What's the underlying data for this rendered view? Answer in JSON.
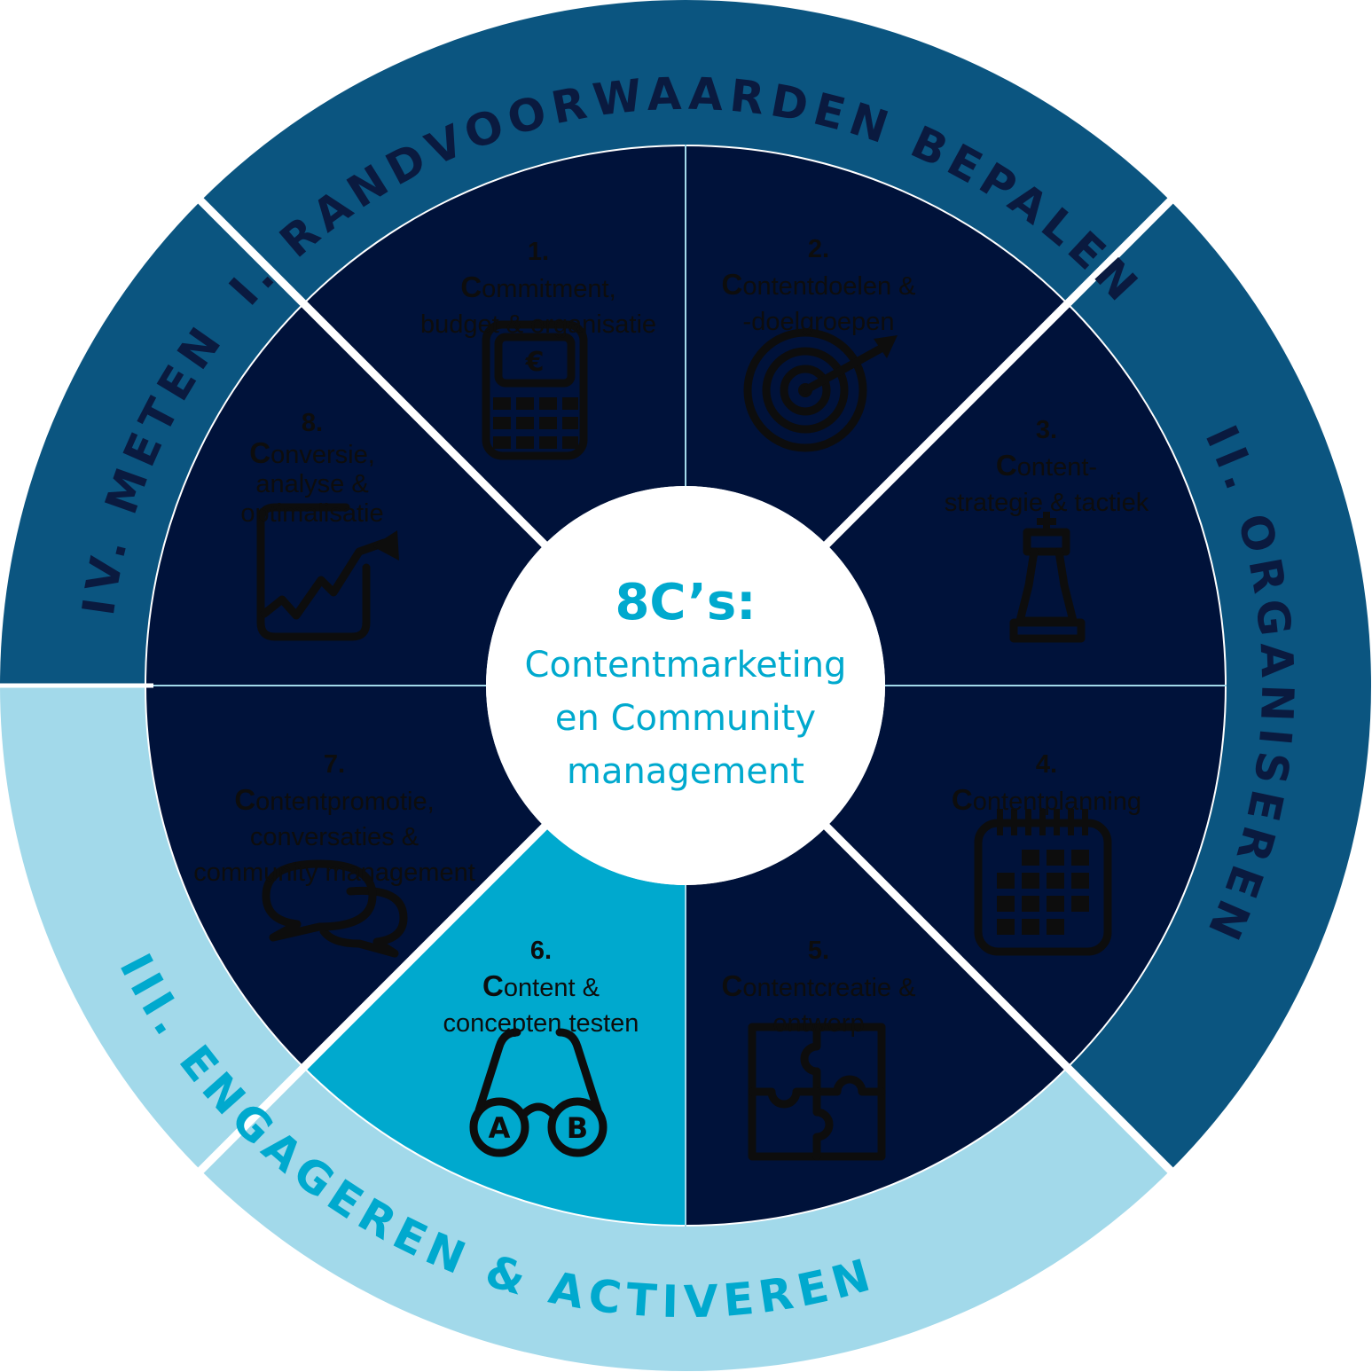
{
  "colors": {
    "outer_ring": "#0b5580",
    "outer_ring_engage": "#a2d9ea",
    "segment": "#00123a",
    "segment_highlight": "#00a9ce",
    "ring_text_dark": "#0a1a3f",
    "ring_text_engage": "#00a9ce",
    "center_text": "#00a9ce"
  },
  "phases": [
    {
      "id": "I",
      "label": "I. RANDVOORWAARDEN BEPALEN"
    },
    {
      "id": "II",
      "label": "II. ORGANISEREN"
    },
    {
      "id": "III",
      "label": "III. ENGAGEREN & ACTIVEREN"
    },
    {
      "id": "IV",
      "label": "IV. METEN"
    }
  ],
  "center": {
    "title": "8C’s:",
    "line1": "Contentmarketing",
    "line2": "en Community",
    "line3": "management"
  },
  "segments": [
    {
      "number": "1.",
      "first": "C",
      "rest": "ommitment,\nbudget & organisatie",
      "icon": "calculator-icon",
      "icon_text": "€"
    },
    {
      "number": "2.",
      "first": "C",
      "rest": "ontentdoelen &\n-doelgroepen",
      "icon": "target-icon"
    },
    {
      "number": "3.",
      "first": "C",
      "rest": "ontent-\nstrategie & tactiek",
      "icon": "chess-king-icon"
    },
    {
      "number": "4.",
      "first": "C",
      "rest": "ontentplanning",
      "icon": "calendar-icon"
    },
    {
      "number": "5.",
      "first": "C",
      "rest": "ontentcreatie &\nontwerp",
      "icon": "puzzle-icon"
    },
    {
      "number": "6.",
      "first": "C",
      "rest": "ontent &\nconcepten testen",
      "icon": "ab-glasses-icon",
      "icon_text_a": "A",
      "icon_text_b": "B"
    },
    {
      "number": "7.",
      "first": "C",
      "rest": "ontentpromotie,\nconversaties &\ncommunity management",
      "icon": "chat-bubbles-icon"
    },
    {
      "number": "8.",
      "first": "C",
      "rest": "onversie,\nanalyse &\noptimalisatie",
      "icon": "growth-chart-icon"
    }
  ]
}
